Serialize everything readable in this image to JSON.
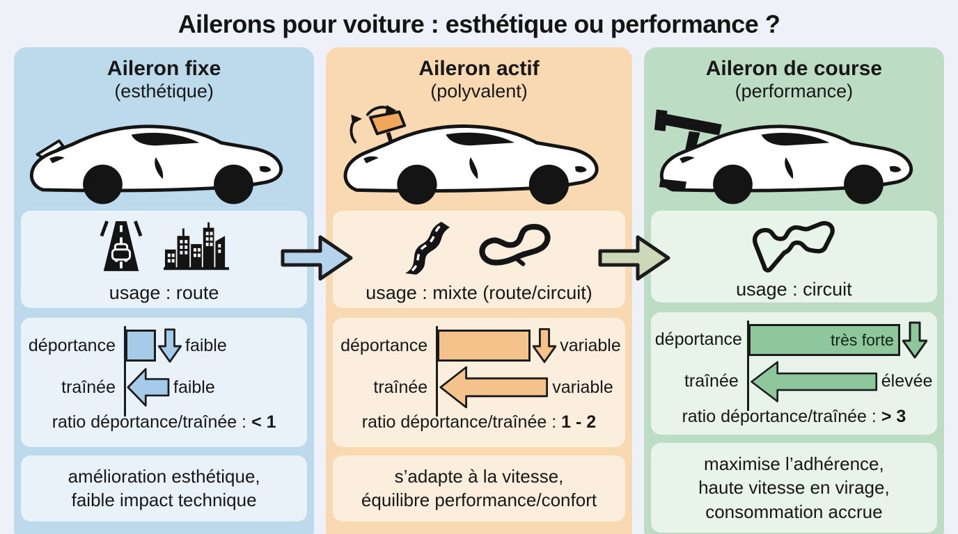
{
  "title": "Ailerons pour voiture : esthétique ou performance ?",
  "palette": {
    "background": "#eef1f7",
    "column_fixed": "#bdd9ec",
    "column_active": "#f8d9b2",
    "column_race": "#bddcc4",
    "inner_box_fixed": "#e9f2f9",
    "inner_box_active": "#fbeedd",
    "inner_box_race": "#e8f3ea",
    "bar_fixed": "#a5cbe8",
    "bar_active": "#f5c28b",
    "bar_race": "#8fc79d",
    "arrow_fixed_to_active": "#b5d3eb",
    "arrow_active_to_race": "#ccd8b8",
    "spoiler_flap_active": "#f0a75c",
    "text": "#171717"
  },
  "columns": [
    {
      "title": "Aileron fixe",
      "subtitle": "(esthétique)",
      "car_icon": "fixed-spoiler-car",
      "usage": {
        "icons": [
          "road-icon",
          "city-icon"
        ],
        "caption": "usage : route"
      },
      "stats": {
        "downforce_label": "déportance",
        "downforce_value": "faible",
        "drag_label": "traînée",
        "drag_value": "faible",
        "ratio_label": "ratio déportance/traînée :",
        "ratio_value": "< 1"
      },
      "summary": "amélioration esthétique,\nfaible impact technique"
    },
    {
      "title": "Aileron actif",
      "subtitle": "(polyvalent)",
      "car_icon": "active-spoiler-car",
      "usage": {
        "icons": [
          "winding-road-icon",
          "track-loop-icon"
        ],
        "caption": "usage : mixte (route/circuit)"
      },
      "stats": {
        "downforce_label": "déportance",
        "downforce_value": "variable",
        "drag_label": "traînée",
        "drag_value": "variable",
        "ratio_label": "ratio déportance/traînée :",
        "ratio_value": "1 - 2"
      },
      "summary": "s’adapte à la vitesse,\néquilibre performance/confort"
    },
    {
      "title": "Aileron de course",
      "subtitle": "(performance)",
      "car_icon": "race-wing-car",
      "usage": {
        "icons": [
          "race-circuit-icon"
        ],
        "caption": "usage : circuit"
      },
      "stats": {
        "downforce_label": "déportance",
        "downforce_value": "très forte",
        "drag_label": "traînée",
        "drag_value": "élevée",
        "ratio_label": "ratio déportance/traînée :",
        "ratio_value": "> 3"
      },
      "summary": "maximise l’adhérence,\nhaute vitesse en virage,\nconsommation accrue"
    }
  ]
}
